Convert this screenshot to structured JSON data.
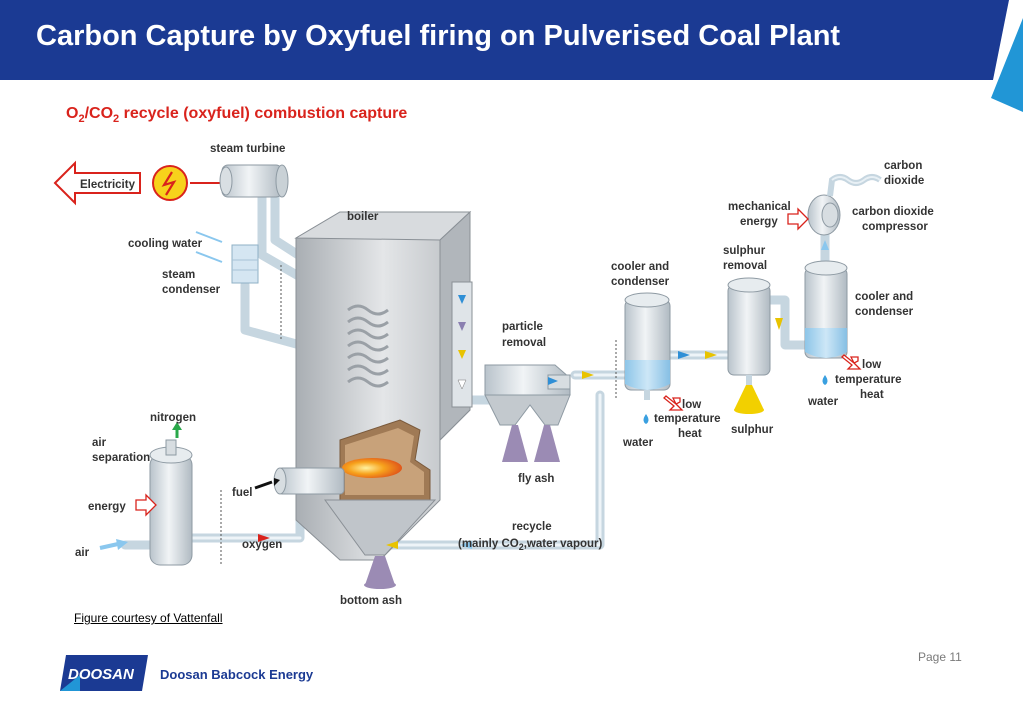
{
  "slide": {
    "title": "Carbon Capture by Oxyfuel firing on Pulverised Coal Plant",
    "caption": "Figure courtesy of Vattenfall",
    "page": "Page 11"
  },
  "brand": {
    "logo_text": "DOOSAN",
    "name": "Doosan Babcock Energy"
  },
  "diagram": {
    "title_parts": [
      "O",
      "2",
      "/CO",
      "2",
      " recycle (oxyfuel) combustion capture"
    ],
    "labels": {
      "electricity": "Electricity",
      "steam_turbine": "steam turbine",
      "cooling_water": "cooling water",
      "steam_condenser_1": "steam",
      "steam_condenser_2": "condenser",
      "boiler": "boiler",
      "particle_removal_1": "particle",
      "particle_removal_2": "removal",
      "fly_ash": "fly ash",
      "cooler_condenser_1a": "cooler and",
      "cooler_condenser_1b": "condenser",
      "low_temp_heat_1a": "low",
      "low_temp_heat_1b": "temperature",
      "low_temp_heat_1c": "heat",
      "water_1": "water",
      "sulphur_removal_1": "sulphur",
      "sulphur_removal_2": "removal",
      "sulphur": "sulphur",
      "mechanical_energy_1": "mechanical",
      "mechanical_energy_2": "energy",
      "carbon_dioxide_1": "carbon",
      "carbon_dioxide_2": "dioxide",
      "co2_compressor_1": "carbon dioxide",
      "co2_compressor_2": "compressor",
      "cooler_condenser_2a": "cooler and",
      "cooler_condenser_2b": "condenser",
      "low_temp_heat_2a": "low",
      "low_temp_heat_2b": "temperature",
      "low_temp_heat_2c": "heat",
      "water_2": "water",
      "nitrogen": "nitrogen",
      "air_separation_1": "air",
      "air_separation_2": "separation",
      "energy": "energy",
      "air": "air",
      "fuel": "fuel",
      "oxygen": "oxygen",
      "recycle_1": "recycle",
      "recycle_2a": "(mainly CO",
      "recycle_2b": "2",
      "recycle_2c": ",water vapour)",
      "bottom_ash": "bottom ash"
    }
  },
  "colors": {
    "header": "#1b3a93",
    "accent_red": "#d9231c",
    "pipe": "#c9d8e2",
    "equipment": "#cdd2d6",
    "water_blue": "#3aa0e0",
    "sulphur_yellow": "#f2d000",
    "ash_purple": "#9b8bb4",
    "flame": "#f08a1c"
  }
}
